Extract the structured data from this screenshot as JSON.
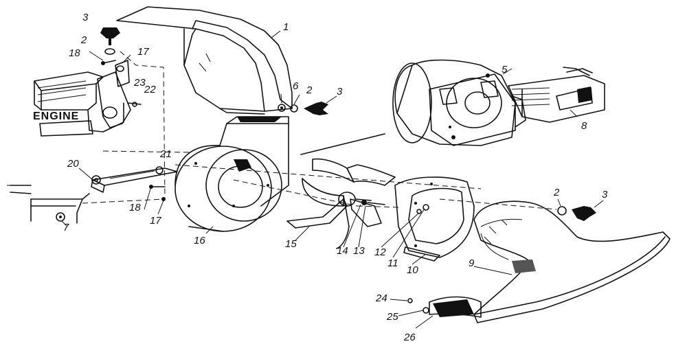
{
  "labels": {
    "engine": "ENGINE",
    "callouts": [
      {
        "id": "c1",
        "text": "1"
      },
      {
        "id": "c2a",
        "text": "2"
      },
      {
        "id": "c2b",
        "text": "2"
      },
      {
        "id": "c2c",
        "text": "2"
      },
      {
        "id": "c3a",
        "text": "3"
      },
      {
        "id": "c3b",
        "text": "3"
      },
      {
        "id": "c3c",
        "text": "3"
      },
      {
        "id": "c5",
        "text": "5"
      },
      {
        "id": "c6",
        "text": "6"
      },
      {
        "id": "c8",
        "text": "8"
      },
      {
        "id": "c9",
        "text": "9"
      },
      {
        "id": "c10",
        "text": "10"
      },
      {
        "id": "c11",
        "text": "11"
      },
      {
        "id": "c12",
        "text": "12"
      },
      {
        "id": "c13",
        "text": "13"
      },
      {
        "id": "c14",
        "text": "14"
      },
      {
        "id": "c15",
        "text": "15"
      },
      {
        "id": "c16",
        "text": "16"
      },
      {
        "id": "c17a",
        "text": "17"
      },
      {
        "id": "c17b",
        "text": "17"
      },
      {
        "id": "c18a",
        "text": "18"
      },
      {
        "id": "c18b",
        "text": "18"
      },
      {
        "id": "c20",
        "text": "20"
      },
      {
        "id": "c21",
        "text": "21"
      },
      {
        "id": "c22",
        "text": "22"
      },
      {
        "id": "c23",
        "text": "23"
      },
      {
        "id": "c24",
        "text": "24"
      },
      {
        "id": "c25",
        "text": "25"
      },
      {
        "id": "c26",
        "text": "26"
      },
      {
        "id": "c7",
        "text": "7"
      }
    ]
  },
  "colors": {
    "background": "#ffffff",
    "ink": "#111111",
    "shade": "#555555"
  }
}
